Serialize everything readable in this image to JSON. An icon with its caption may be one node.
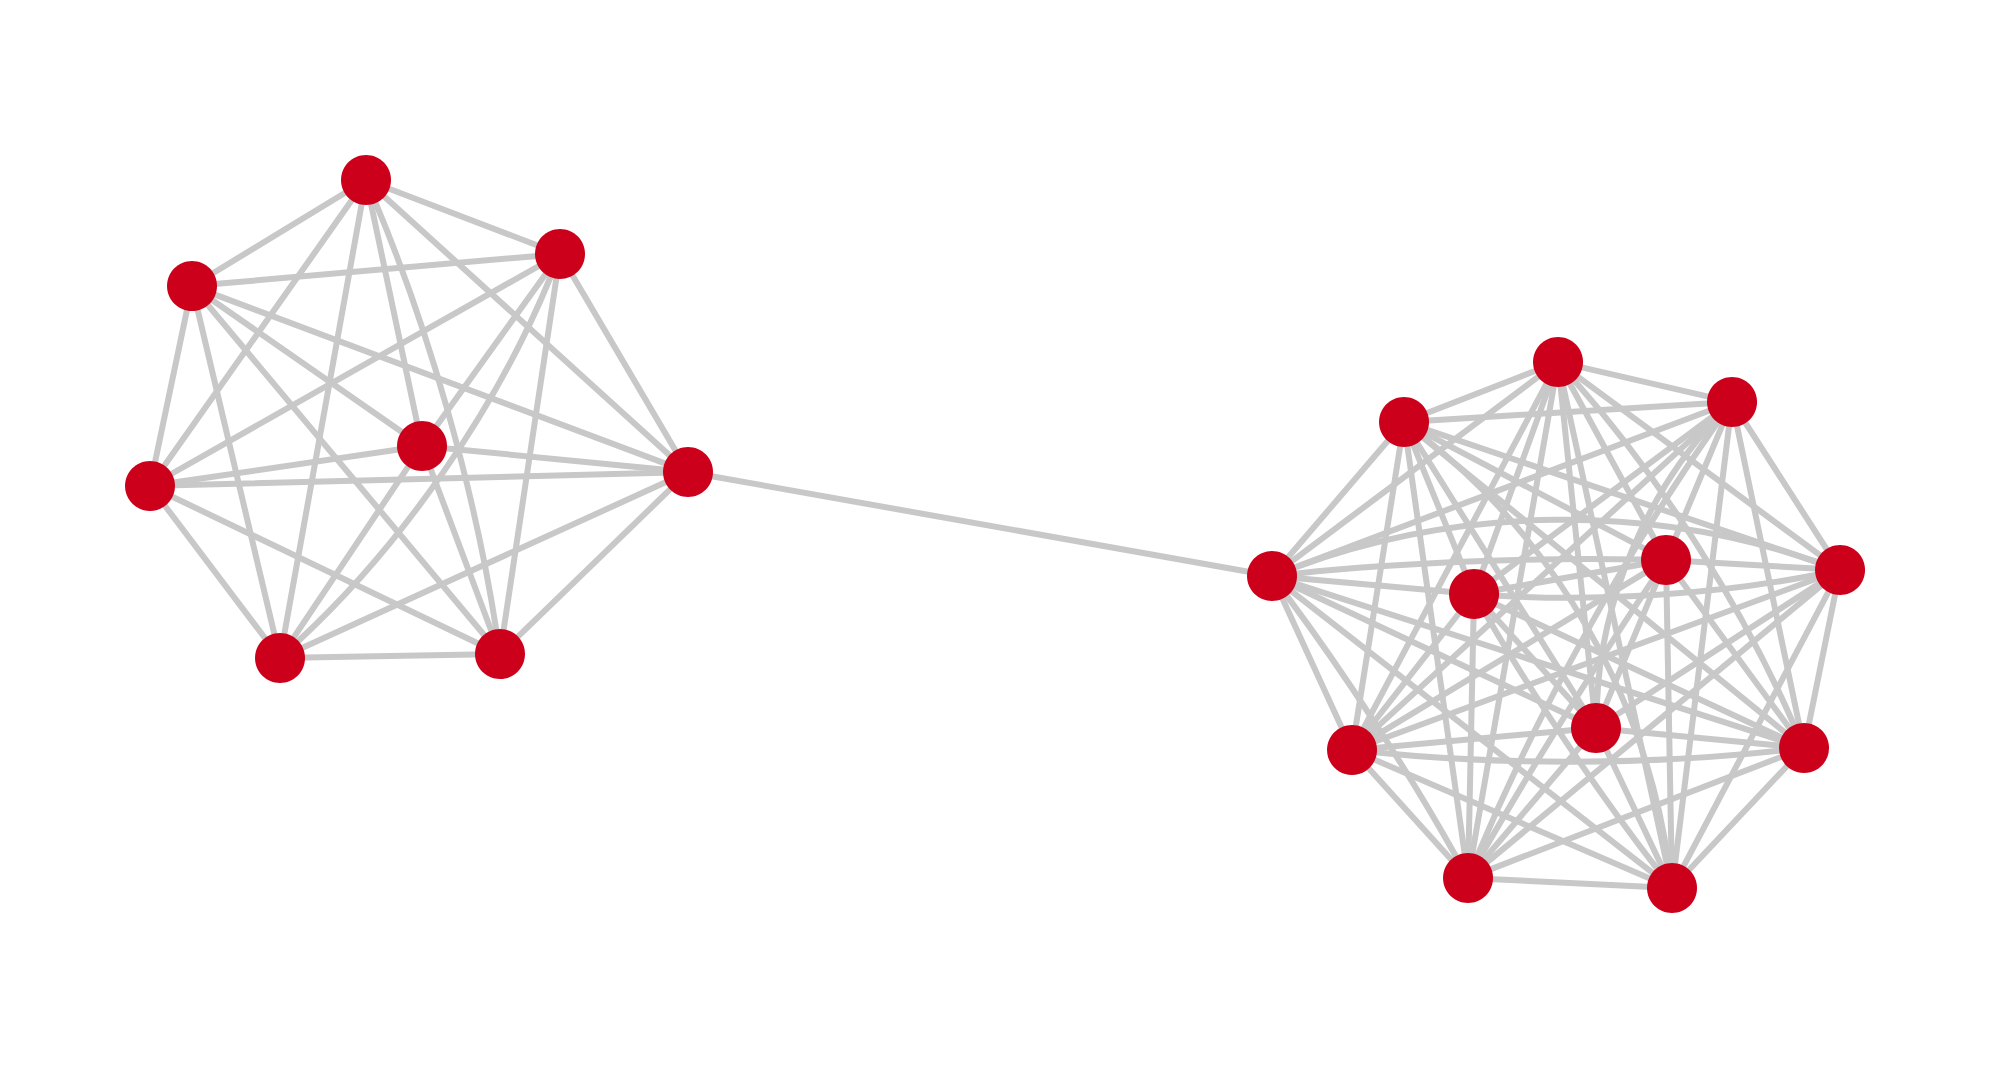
{
  "diagram": {
    "nodes": [
      {
        "text": [],
        "shape": "circle"
      },
      {
        "text": [],
        "shape": "circle"
      },
      {
        "text": [],
        "shape": "circle"
      },
      {
        "text": [],
        "shape": "circle"
      },
      {
        "text": [],
        "shape": "circle"
      },
      {
        "text": [],
        "shape": "circle"
      },
      {
        "text": [],
        "shape": "circle"
      },
      {
        "text": [],
        "shape": "circle"
      },
      {
        "text": [],
        "shape": "circle"
      },
      {
        "text": [],
        "shape": "circle"
      },
      {
        "text": [],
        "shape": "circle"
      },
      {
        "text": [],
        "shape": "circle"
      },
      {
        "text": [],
        "shape": "circle"
      },
      {
        "text": [],
        "shape": "circle"
      },
      {
        "text": [],
        "shape": "circle"
      },
      {
        "text": [],
        "shape": "circle"
      },
      {
        "text": [],
        "shape": "circle"
      },
      {
        "text": [],
        "shape": "circle"
      },
      {
        "text": [],
        "shape": "circle"
      },
      {
        "text": [],
        "shape": "circle"
      }
    ],
    "edges": [
      {
        "from": 0,
        "to": 1,
        "arrow": "none"
      },
      {
        "from": 0,
        "to": 2,
        "arrow": "none"
      },
      {
        "from": 0,
        "to": 3,
        "arrow": "none"
      },
      {
        "from": 0,
        "to": 4,
        "arrow": "none"
      },
      {
        "from": 0,
        "to": 5,
        "arrow": "none"
      },
      {
        "from": 0,
        "to": 6,
        "arrow": "none"
      },
      {
        "from": 0,
        "to": 7,
        "arrow": "none"
      },
      {
        "from": 1,
        "to": 2,
        "arrow": "none"
      },
      {
        "from": 1,
        "to": 3,
        "arrow": "none"
      },
      {
        "from": 1,
        "to": 4,
        "arrow": "none"
      },
      {
        "from": 1,
        "to": 5,
        "arrow": "none"
      },
      {
        "from": 1,
        "to": 6,
        "arrow": "none"
      },
      {
        "from": 1,
        "to": 7,
        "arrow": "none"
      },
      {
        "from": 2,
        "to": 3,
        "arrow": "none"
      },
      {
        "from": 2,
        "to": 4,
        "arrow": "none"
      },
      {
        "from": 2,
        "to": 5,
        "arrow": "none"
      },
      {
        "from": 2,
        "to": 6,
        "arrow": "none"
      },
      {
        "from": 2,
        "to": 7,
        "arrow": "none"
      },
      {
        "from": 3,
        "to": 4,
        "arrow": "none"
      },
      {
        "from": 3,
        "to": 5,
        "arrow": "none"
      },
      {
        "from": 3,
        "to": 6,
        "arrow": "none"
      },
      {
        "from": 3,
        "to": 7,
        "arrow": "none"
      },
      {
        "from": 4,
        "to": 5,
        "arrow": "none"
      },
      {
        "from": 4,
        "to": 6,
        "arrow": "none"
      },
      {
        "from": 4,
        "to": 7,
        "arrow": "none"
      },
      {
        "from": 5,
        "to": 6,
        "arrow": "none"
      },
      {
        "from": 5,
        "to": 7,
        "arrow": "none"
      },
      {
        "from": 6,
        "to": 7,
        "arrow": "none"
      },
      {
        "from": 4,
        "to": 13,
        "arrow": "none"
      },
      {
        "from": 8,
        "to": 9,
        "arrow": "none"
      },
      {
        "from": 8,
        "to": 10,
        "arrow": "none"
      },
      {
        "from": 8,
        "to": 11,
        "arrow": "none"
      },
      {
        "from": 8,
        "to": 12,
        "arrow": "none"
      },
      {
        "from": 8,
        "to": 13,
        "arrow": "none"
      },
      {
        "from": 8,
        "to": 14,
        "arrow": "none"
      },
      {
        "from": 8,
        "to": 15,
        "arrow": "none"
      },
      {
        "from": 8,
        "to": 16,
        "arrow": "none"
      },
      {
        "from": 8,
        "to": 17,
        "arrow": "none"
      },
      {
        "from": 8,
        "to": 18,
        "arrow": "none"
      },
      {
        "from": 8,
        "to": 19,
        "arrow": "none"
      },
      {
        "from": 9,
        "to": 10,
        "arrow": "none"
      },
      {
        "from": 9,
        "to": 11,
        "arrow": "none"
      },
      {
        "from": 9,
        "to": 12,
        "arrow": "none"
      },
      {
        "from": 9,
        "to": 13,
        "arrow": "none"
      },
      {
        "from": 9,
        "to": 14,
        "arrow": "none"
      },
      {
        "from": 9,
        "to": 15,
        "arrow": "none"
      },
      {
        "from": 9,
        "to": 16,
        "arrow": "none"
      },
      {
        "from": 9,
        "to": 17,
        "arrow": "none"
      },
      {
        "from": 9,
        "to": 18,
        "arrow": "none"
      },
      {
        "from": 9,
        "to": 19,
        "arrow": "none"
      },
      {
        "from": 10,
        "to": 11,
        "arrow": "none"
      },
      {
        "from": 10,
        "to": 12,
        "arrow": "none"
      },
      {
        "from": 10,
        "to": 13,
        "arrow": "none"
      },
      {
        "from": 10,
        "to": 14,
        "arrow": "none"
      },
      {
        "from": 10,
        "to": 15,
        "arrow": "none"
      },
      {
        "from": 10,
        "to": 16,
        "arrow": "none"
      },
      {
        "from": 10,
        "to": 17,
        "arrow": "none"
      },
      {
        "from": 10,
        "to": 18,
        "arrow": "none"
      },
      {
        "from": 10,
        "to": 19,
        "arrow": "none"
      },
      {
        "from": 11,
        "to": 12,
        "arrow": "none"
      },
      {
        "from": 11,
        "to": 13,
        "arrow": "none"
      },
      {
        "from": 11,
        "to": 14,
        "arrow": "none"
      },
      {
        "from": 11,
        "to": 15,
        "arrow": "none"
      },
      {
        "from": 11,
        "to": 16,
        "arrow": "none"
      },
      {
        "from": 11,
        "to": 17,
        "arrow": "none"
      },
      {
        "from": 11,
        "to": 18,
        "arrow": "none"
      },
      {
        "from": 11,
        "to": 19,
        "arrow": "none"
      },
      {
        "from": 12,
        "to": 13,
        "arrow": "none"
      },
      {
        "from": 12,
        "to": 14,
        "arrow": "none"
      },
      {
        "from": 12,
        "to": 15,
        "arrow": "none"
      },
      {
        "from": 12,
        "to": 16,
        "arrow": "none"
      },
      {
        "from": 12,
        "to": 17,
        "arrow": "none"
      },
      {
        "from": 12,
        "to": 18,
        "arrow": "none"
      },
      {
        "from": 12,
        "to": 19,
        "arrow": "none"
      },
      {
        "from": 13,
        "to": 14,
        "arrow": "none"
      },
      {
        "from": 13,
        "to": 15,
        "arrow": "none"
      },
      {
        "from": 13,
        "to": 16,
        "arrow": "none"
      },
      {
        "from": 13,
        "to": 17,
        "arrow": "none"
      },
      {
        "from": 13,
        "to": 18,
        "arrow": "none"
      },
      {
        "from": 13,
        "to": 19,
        "arrow": "none"
      },
      {
        "from": 14,
        "to": 15,
        "arrow": "none"
      },
      {
        "from": 14,
        "to": 16,
        "arrow": "none"
      },
      {
        "from": 14,
        "to": 17,
        "arrow": "none"
      },
      {
        "from": 14,
        "to": 18,
        "arrow": "none"
      },
      {
        "from": 14,
        "to": 19,
        "arrow": "none"
      },
      {
        "from": 15,
        "to": 16,
        "arrow": "none"
      },
      {
        "from": 15,
        "to": 17,
        "arrow": "none"
      },
      {
        "from": 15,
        "to": 18,
        "arrow": "none"
      },
      {
        "from": 15,
        "to": 19,
        "arrow": "none"
      },
      {
        "from": 16,
        "to": 17,
        "arrow": "none"
      },
      {
        "from": 16,
        "to": 18,
        "arrow": "none"
      },
      {
        "from": 16,
        "to": 19,
        "arrow": "none"
      },
      {
        "from": 17,
        "to": 18,
        "arrow": "none"
      },
      {
        "from": 17,
        "to": 19,
        "arrow": "none"
      },
      {
        "from": 18,
        "to": 19,
        "arrow": "none"
      }
    ]
  }
}
